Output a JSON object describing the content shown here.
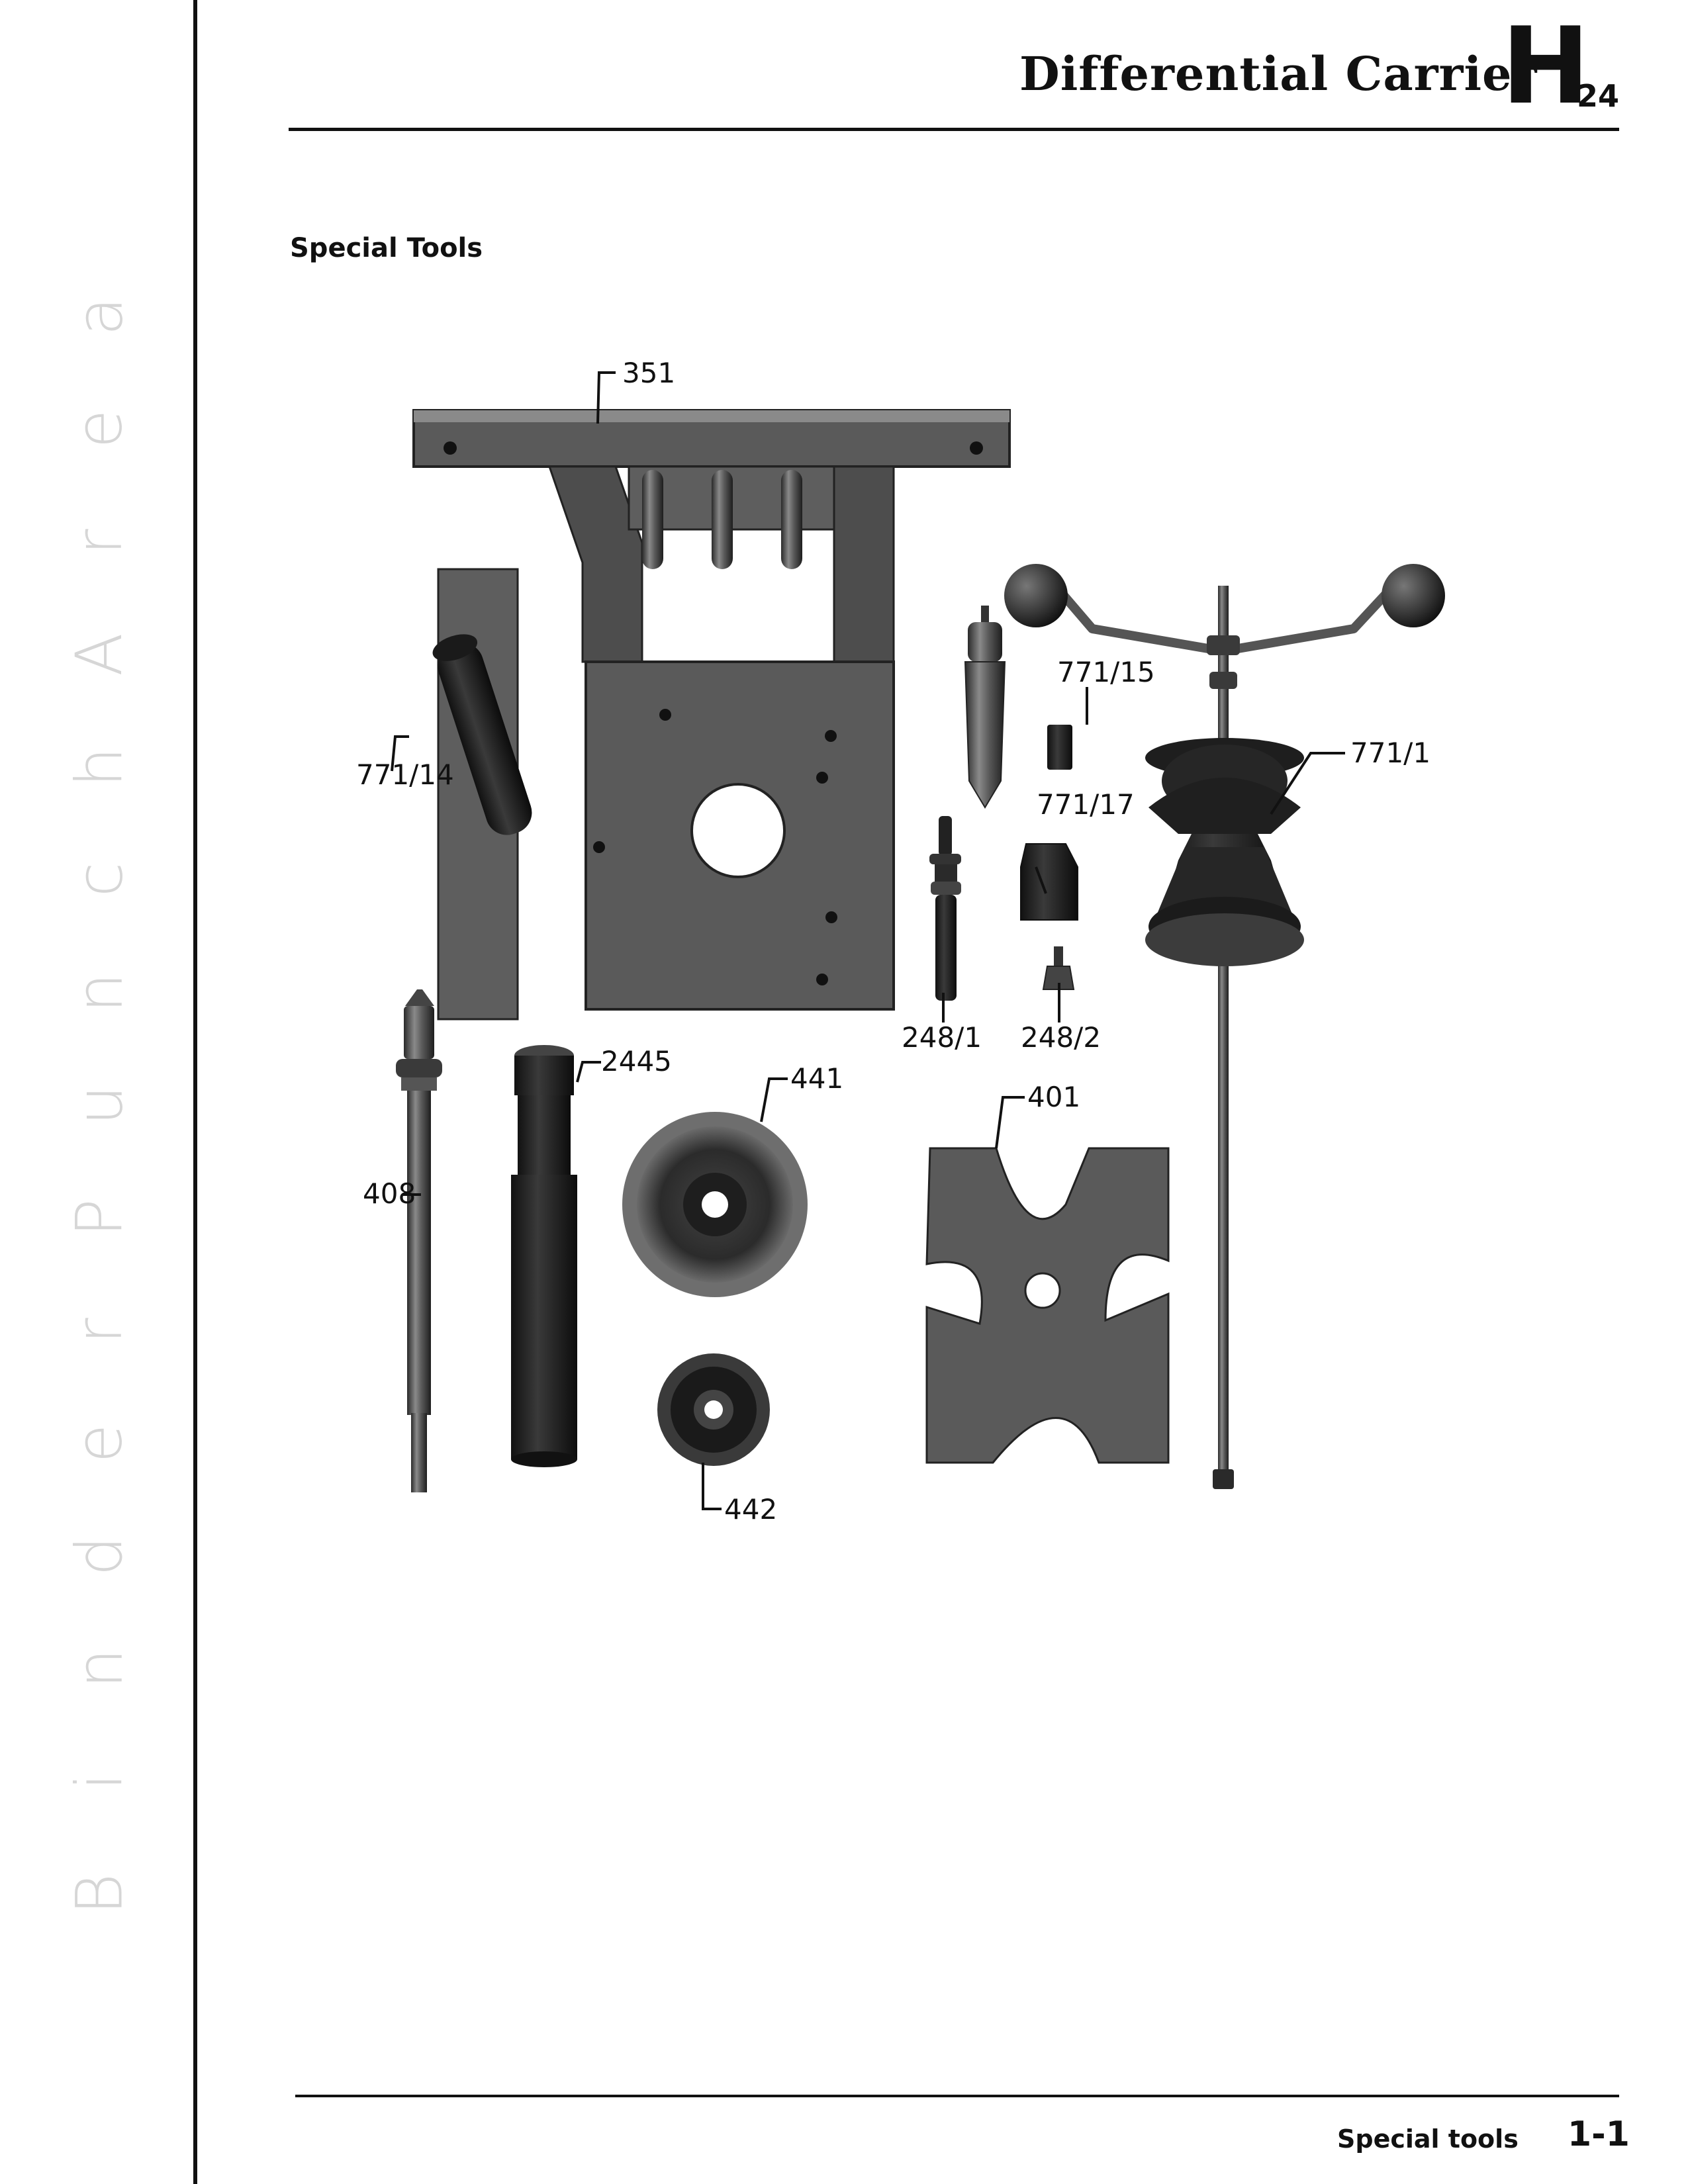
{
  "binder_margin": {
    "letters": [
      "B",
      "i",
      "n",
      "d",
      "e",
      "r",
      "P",
      "u",
      "n",
      "c",
      "h",
      "A",
      "r",
      "e",
      "a"
    ]
  },
  "header": {
    "title": "Differential Carrier",
    "section_letter": "H",
    "section_number": "24"
  },
  "section_heading": "Special Tools",
  "figure": {
    "callouts": {
      "t351": "351",
      "t771_14": "771/14",
      "t771_15": "771/15",
      "t771_1": "771/1",
      "t771_17": "771/17",
      "t248_1": "248/1",
      "t248_2": "248/2",
      "t2445": "2445",
      "t441": "441",
      "t401": "401",
      "t408": "408",
      "t442": "442"
    }
  },
  "footer": {
    "label": "Special tools",
    "page": "1-1"
  }
}
